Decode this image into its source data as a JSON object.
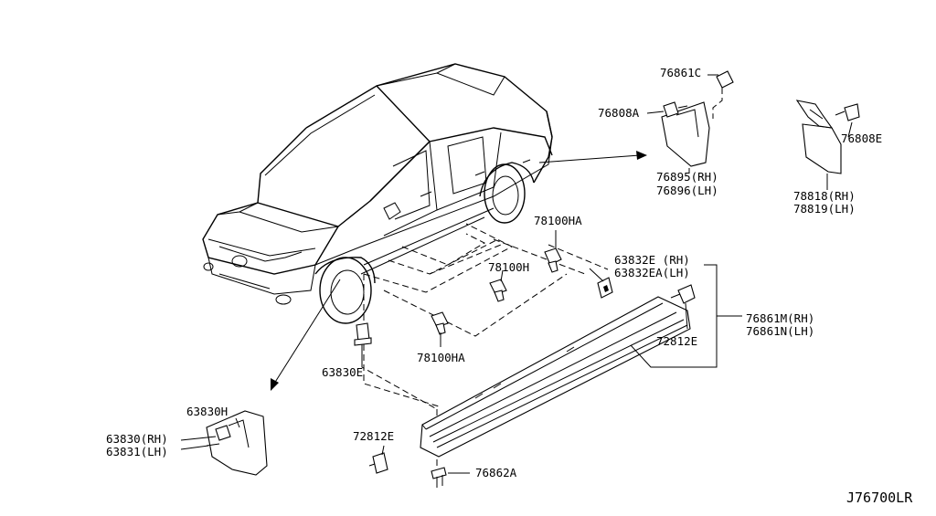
{
  "diagram": {
    "code": "J76700LR",
    "callouts": {
      "p76861C": "76861C",
      "p76808A": "76808A",
      "p76895": "76895(RH)",
      "p76896": "76896(LH)",
      "p76808E": "76808E",
      "p78818": "78818(RH)",
      "p78819": "78819(LH)",
      "p78100HA_top": "78100HA",
      "p63832E": "63832E (RH)",
      "p63832EA": "63832EA(LH)",
      "p78100H": "78100H",
      "p76861M": "76861M(RH)",
      "p76861N": "76861N(LH)",
      "p72812E_right": "72812E",
      "p78100HA_bottom": "78100HA",
      "p63830E": "63830E",
      "p63830H": "63830H",
      "p63830": "63830(RH)",
      "p63831": "63831(LH)",
      "p72812E_left": "72812E",
      "p76862A": "76862A"
    }
  }
}
